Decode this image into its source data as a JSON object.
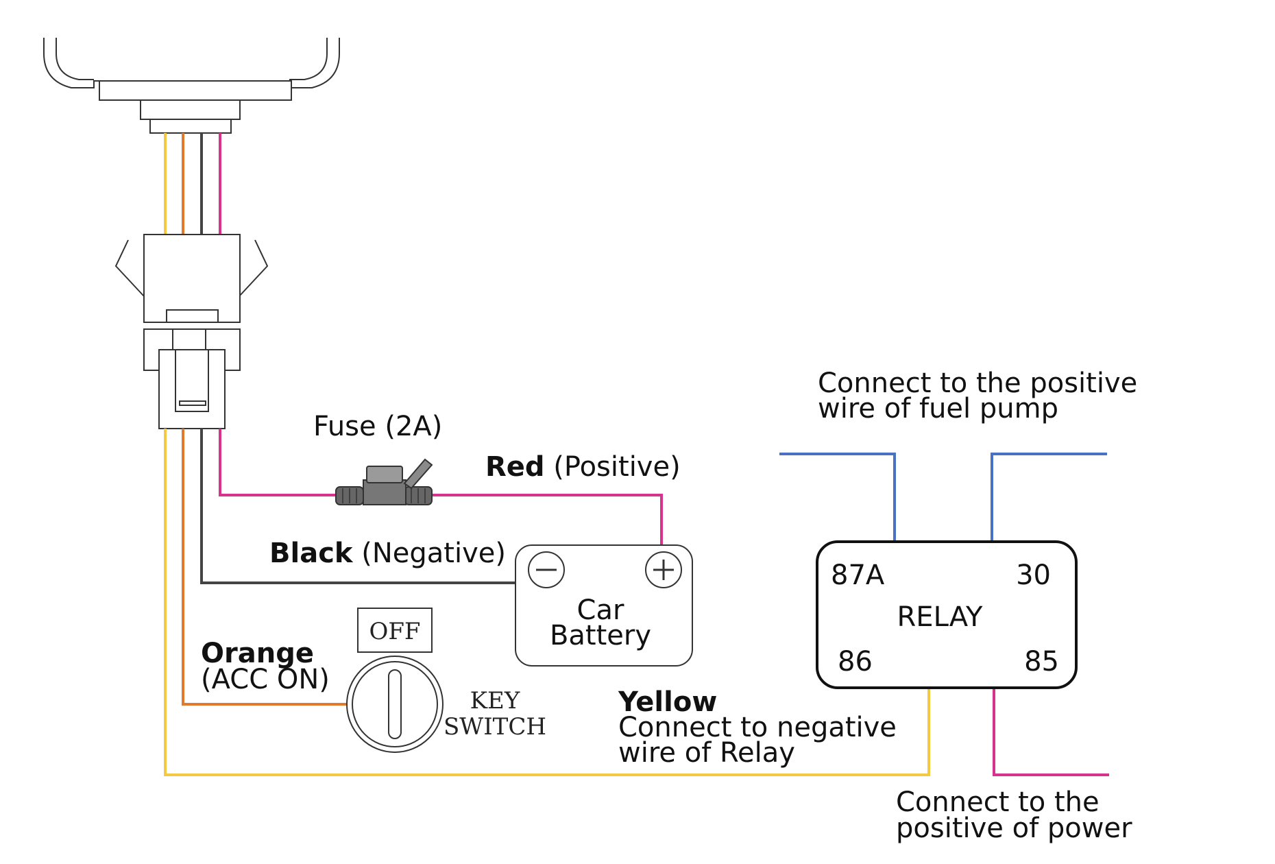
{
  "labels": {
    "fuse": "Fuse (2A)",
    "red_color": "Red",
    "red_desc": "(Positive)",
    "black_color": "Black",
    "black_desc": "(Negative)",
    "orange_color": "Orange",
    "orange_desc": "(ACC ON)",
    "yellow_color": "Yellow",
    "yellow_line1": "Connect to negative",
    "yellow_line2": "wire of Relay",
    "fuel_pump_line1": "Connect to the positive",
    "fuel_pump_line2": "wire of fuel pump",
    "power_line1": "Connect to the",
    "power_line2": "positive of power"
  },
  "battery": {
    "line1": "Car",
    "line2": "Battery",
    "minus_symbol": "−",
    "plus_symbol": "+"
  },
  "key_switch": {
    "off": "OFF",
    "line1": "KEY",
    "line2": "SWITCH"
  },
  "relay": {
    "title": "RELAY",
    "pin_87a": "87A",
    "pin_30": "30",
    "pin_86": "86",
    "pin_85": "85"
  },
  "colors": {
    "yellow_wire": "#F5C842",
    "orange_wire": "#E07B2E",
    "black_wire": "#444444",
    "red_wire": "#D6338C",
    "blue_wire": "#4A72C4",
    "outline": "#333333"
  }
}
